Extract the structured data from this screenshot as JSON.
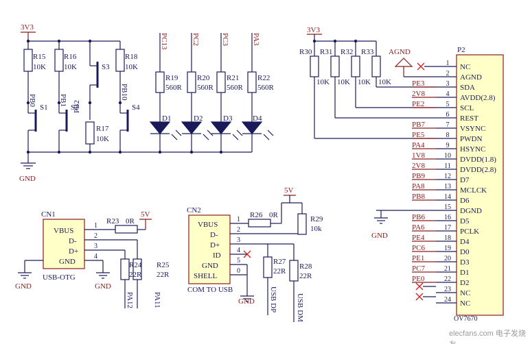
{
  "watermark": "elecfans.com 电子发烧友",
  "left": {
    "supply": "3V3",
    "gnd": "GND",
    "r15": {
      "ref": "R15",
      "val": "10K",
      "net": "PB0"
    },
    "r16": {
      "ref": "R16",
      "val": "10K",
      "net": "PB1"
    },
    "r17": {
      "ref": "R17",
      "val": "10K"
    },
    "r18": {
      "ref": "R18",
      "val": "10K",
      "net": "PB10"
    },
    "s3_net": "PB2",
    "switches": [
      "S1",
      "S2",
      "S3",
      "S4"
    ]
  },
  "leds": [
    {
      "net": "PC13",
      "r": "R19",
      "val": "560R",
      "ref": "D1"
    },
    {
      "net": "PC2",
      "r": "R20",
      "val": "560R",
      "ref": "D2"
    },
    {
      "net": "PC3",
      "r": "R21",
      "val": "560R",
      "ref": "D3"
    },
    {
      "net": "PA3",
      "r": "R22",
      "val": "560R",
      "ref": "D4"
    }
  ],
  "cn1": {
    "ref": "CN1",
    "name": "USB-OTG",
    "pins": [
      "VBUS",
      "D-",
      "D+",
      "GND"
    ],
    "nums": [
      "1",
      "2",
      "3",
      "4"
    ],
    "supply": "5V",
    "r23": "R23",
    "r23_val": "0R",
    "r24": "R24",
    "r24_val": "22R",
    "r25": "R25",
    "r25_val": "22R",
    "nets": [
      "PA12",
      "PA11"
    ],
    "gnd": "GND"
  },
  "cn2": {
    "ref": "CN2",
    "name": "COM TO USB",
    "pins": [
      "VBUS",
      "D-",
      "D+",
      "ID",
      "GND",
      "SHELL"
    ],
    "nums": [
      "1",
      "2",
      "3",
      "4",
      "5",
      "0"
    ],
    "supply": "5V",
    "r26": "R26",
    "r26_val": "0R",
    "r27": "R27",
    "r27_val": "22R",
    "r28": "R28",
    "r28_val": "22R",
    "r29": "R29",
    "r29_val": "10k",
    "nets": [
      "USB DP",
      "USB DM"
    ],
    "gnd": "GND"
  },
  "right": {
    "supply": "3V3",
    "pullups": [
      "R30",
      "R31",
      "R32",
      "R33"
    ],
    "pullup_val": "10K",
    "agnd": "AGND",
    "gnd": "GND",
    "ref": "P2",
    "part": "OV7670",
    "pins": [
      {
        "num": "1",
        "name": "NC",
        "net": ""
      },
      {
        "num": "2",
        "name": "AGND",
        "net": ""
      },
      {
        "num": "3",
        "name": "SDA",
        "net": "PE3"
      },
      {
        "num": "4",
        "name": "AVDD(2.8)",
        "net": "2V8"
      },
      {
        "num": "5",
        "name": "SCL",
        "net": "PE2"
      },
      {
        "num": "6",
        "name": "REST",
        "net": ""
      },
      {
        "num": "7",
        "name": "VSYNC",
        "net": "PB7"
      },
      {
        "num": "8",
        "name": "PWDN",
        "net": "PE5"
      },
      {
        "num": "9",
        "name": "HSYNC",
        "net": "PA4"
      },
      {
        "num": "10",
        "name": "DVDD(1.8)",
        "net": "1V8"
      },
      {
        "num": "11",
        "name": "DVDD(2.8)",
        "net": "2V8"
      },
      {
        "num": "12",
        "name": "D7",
        "net": "PB9"
      },
      {
        "num": "13",
        "name": "MCLCK",
        "net": "PA8"
      },
      {
        "num": "14",
        "name": "D6",
        "net": "PB8"
      },
      {
        "num": "15",
        "name": "DGND",
        "net": ""
      },
      {
        "num": "16",
        "name": "D5",
        "net": "PB6"
      },
      {
        "num": "17",
        "name": "PCLK",
        "net": "PA6"
      },
      {
        "num": "18",
        "name": "D4",
        "net": "PE4"
      },
      {
        "num": "19",
        "name": "D0",
        "net": "PC6"
      },
      {
        "num": "20",
        "name": "D3",
        "net": "PE1"
      },
      {
        "num": "21",
        "name": "D1",
        "net": "PC7"
      },
      {
        "num": "22",
        "name": "D2",
        "net": "PE0"
      },
      {
        "num": "23",
        "name": "NC",
        "net": ""
      },
      {
        "num": "24",
        "name": "NC",
        "net": ""
      }
    ]
  }
}
